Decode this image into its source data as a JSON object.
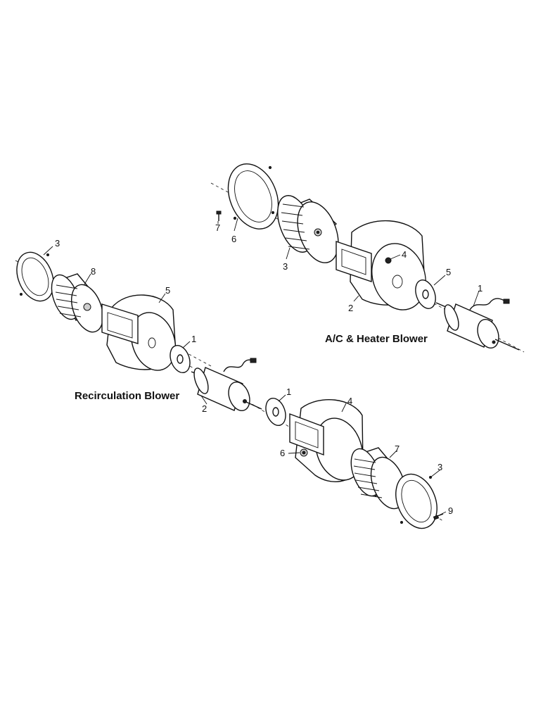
{
  "titles": {
    "ac_heater": "A/C & Heater Blower",
    "recirculation": "Recirculation Blower"
  },
  "callouts": {
    "ac": {
      "ring": "6",
      "screw": "7",
      "wheel": "3",
      "housing_hole": "4",
      "gasket": "5",
      "housing": "2",
      "motor": "1"
    },
    "left": {
      "ring": "3",
      "wheel": "8",
      "housing": "5",
      "gasket": "1"
    },
    "lower": {
      "motor": "2",
      "gasket": "1",
      "housing": "4",
      "housing_hole": "6",
      "wheel": "7",
      "ring": "3",
      "screw": "9"
    }
  }
}
